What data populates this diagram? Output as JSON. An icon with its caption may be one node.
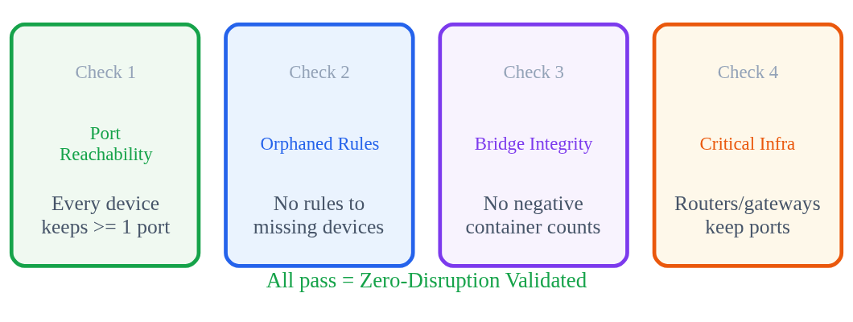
{
  "diagram": {
    "caption": "All pass = Zero-Disruption Validated",
    "nodes": [
      {
        "text": [
          "Check 1",
          "Port Reachability",
          "Every device keeps >= 1 port"
        ]
      },
      {
        "text": [
          "Check 2",
          "Orphaned Rules",
          "No rules to missing devices"
        ]
      },
      {
        "text": [
          "Check 3",
          "Bridge Integrity",
          "No negative container counts"
        ]
      },
      {
        "text": [
          "Check 4",
          "Critical Infra",
          "Routers/gateways keep ports"
        ]
      }
    ],
    "edges": []
  }
}
